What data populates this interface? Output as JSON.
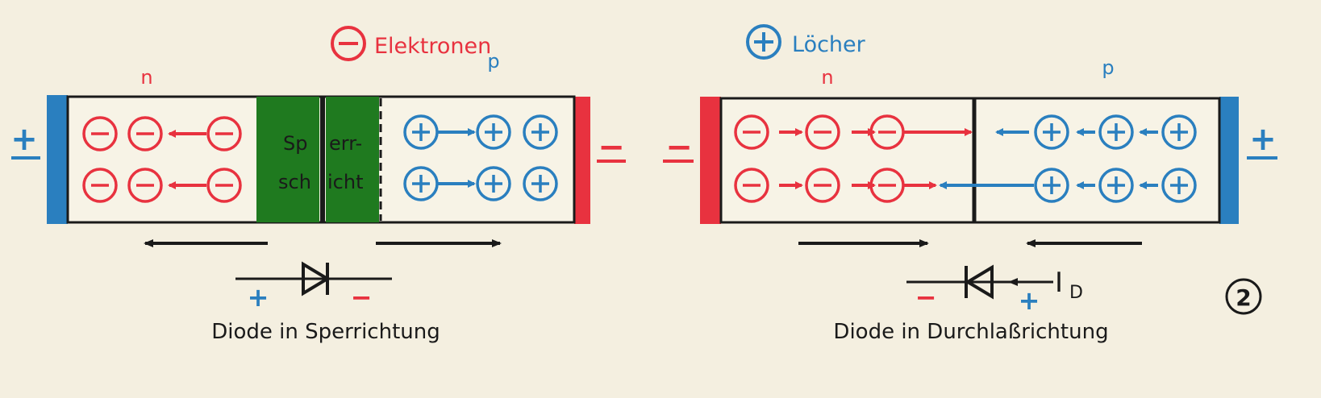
{
  "legend": {
    "electrons_label": "Elektronen",
    "holes_label": "Löcher"
  },
  "colors": {
    "red": "#e8323f",
    "blue": "#2a7fbf",
    "green": "#1f7a1f",
    "ink": "#1a1a1a",
    "paper": "#f4efe0"
  },
  "left_diagram": {
    "n_label": "n",
    "p_label": "p",
    "depletion_label_line1a": "Sp",
    "depletion_label_line1b": "err-",
    "depletion_label_line2a": "sch",
    "depletion_label_line2b": "icht",
    "terminal_left": "+",
    "terminal_right": "−",
    "symbol_plus": "+",
    "symbol_minus": "−",
    "caption": "Diode in Sperrichtung"
  },
  "right_diagram": {
    "n_label": "n",
    "p_label": "p",
    "terminal_left": "−",
    "terminal_right": "+",
    "symbol_minus": "−",
    "symbol_plus": "+",
    "current_label": "I",
    "current_sub": "D",
    "caption": "Diode in Durchlaßrichtung"
  },
  "figure_number": "2"
}
